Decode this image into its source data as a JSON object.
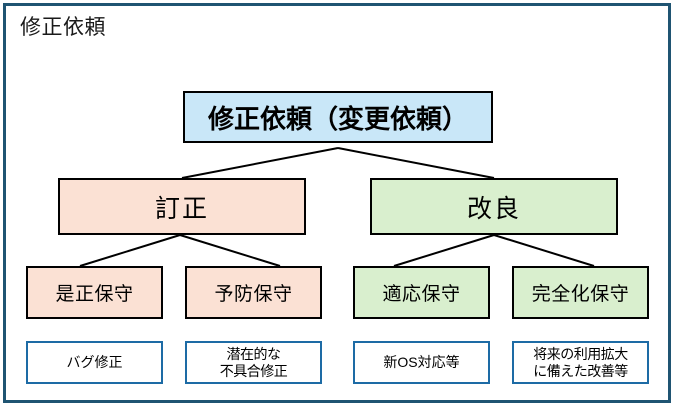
{
  "panel": {
    "title": "修正依頼",
    "border_color": "#1f5472"
  },
  "colors": {
    "root_fill": "#c9e7f8",
    "correction_fill": "#fbe1d4",
    "improvement_fill": "#d9efce",
    "node_border": "#000000",
    "note_border": "#1d6ba5",
    "frame_border": "#1f5472"
  },
  "diagram": {
    "type": "tree",
    "root": {
      "label": "修正依頼（変更依頼）"
    },
    "level2": [
      {
        "label": "訂正",
        "fill": "correction"
      },
      {
        "label": "改良",
        "fill": "improvement"
      }
    ],
    "level3": [
      {
        "label": "是正保守",
        "fill": "correction",
        "parent": "訂正"
      },
      {
        "label": "予防保守",
        "fill": "correction",
        "parent": "訂正"
      },
      {
        "label": "適応保守",
        "fill": "improvement",
        "parent": "改良"
      },
      {
        "label": "完全化保守",
        "fill": "improvement",
        "parent": "改良"
      }
    ],
    "notes": [
      {
        "label": "バグ修正",
        "parent": "是正保守"
      },
      {
        "label": "潜在的な\n不具合修正",
        "parent": "予防保守"
      },
      {
        "label": "新OS対応等",
        "parent": "適応保守"
      },
      {
        "label": "将来の利用拡大\nに備えた改善等",
        "parent": "完全化保守"
      }
    ]
  }
}
